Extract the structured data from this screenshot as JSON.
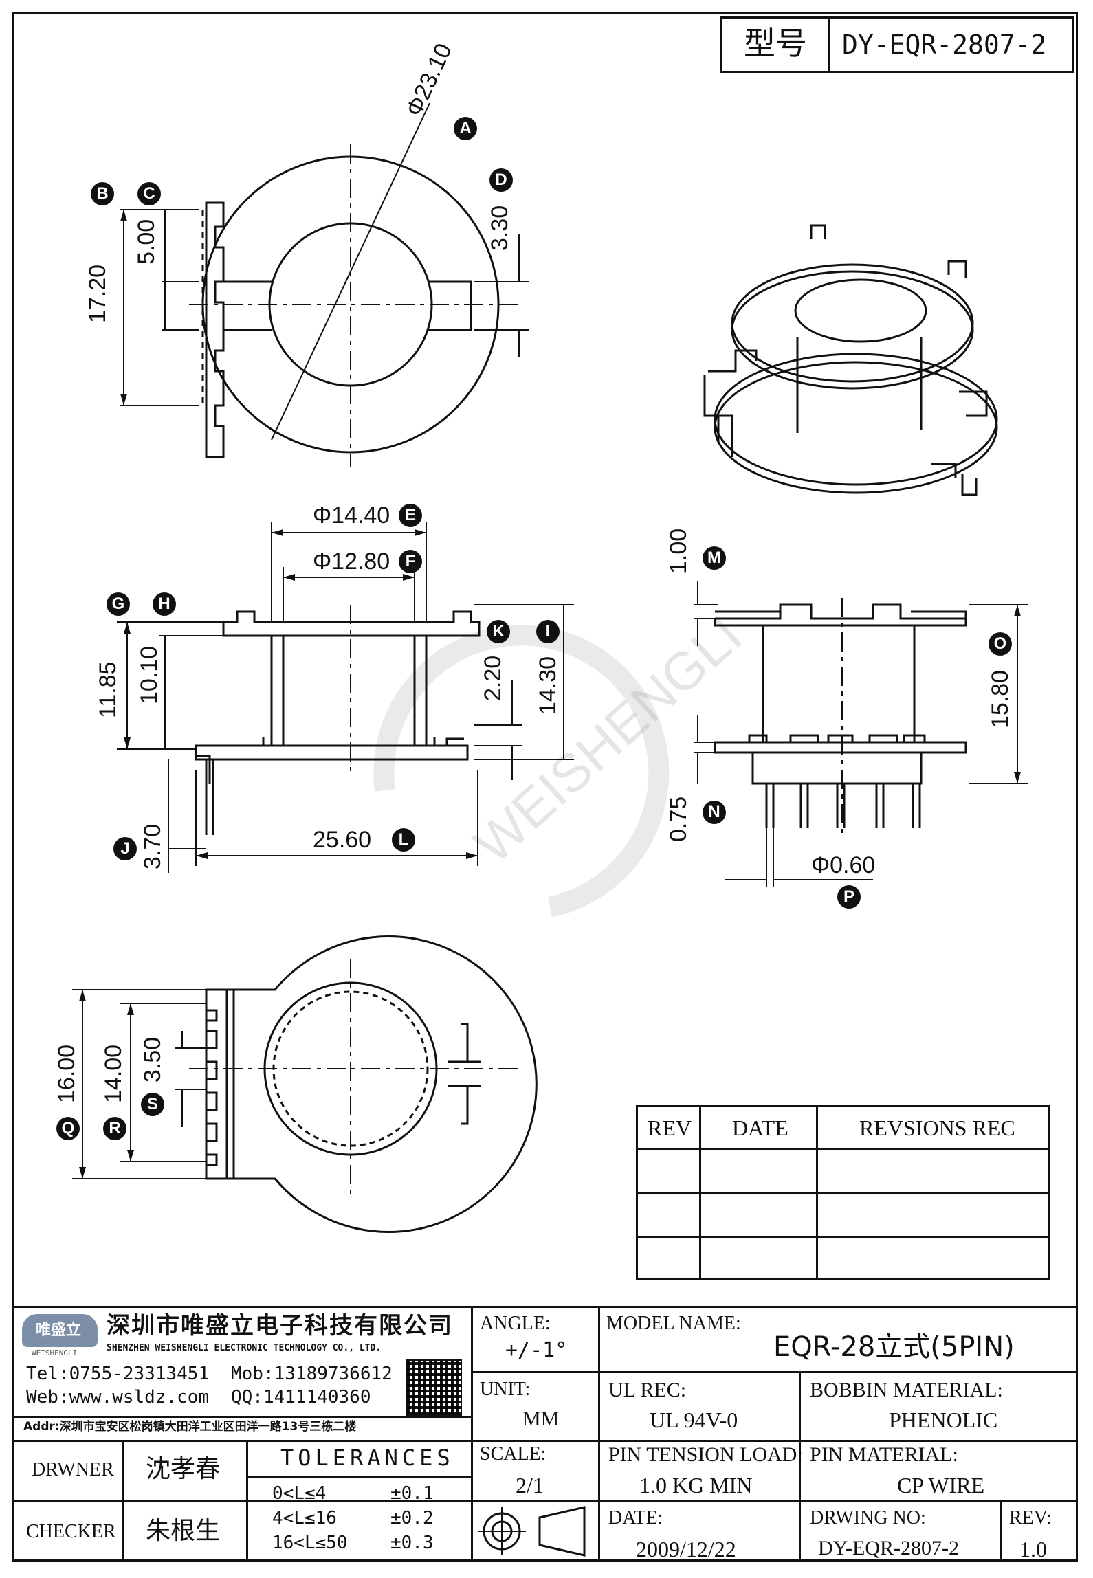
{
  "header": {
    "type_label": "型号",
    "model_code": "DY-EQR-2807-2"
  },
  "drawing": {
    "dims": {
      "A": "Φ23.10",
      "D": "3.30",
      "bc_outer": "17.20",
      "bc_inner": "5.00",
      "E": "Φ14.40",
      "F": "Φ12.80",
      "G": "11.85",
      "H": "10.10",
      "K": "2.20",
      "I": "14.30",
      "J": "3.70",
      "L": "25.60",
      "M": "1.00",
      "N": "0.75",
      "O": "15.80",
      "P": "Φ0.60",
      "Q": "16.00",
      "R": "14.00",
      "S": "3.50"
    },
    "callouts": [
      "A",
      "B",
      "C",
      "D",
      "E",
      "F",
      "G",
      "H",
      "K",
      "I",
      "J",
      "L",
      "M",
      "N",
      "O",
      "P",
      "Q",
      "R",
      "S"
    ],
    "watermark": "WEISHENGLI"
  },
  "revision_table": {
    "headers": [
      "REV",
      "DATE",
      "REVSIONS REC"
    ],
    "rows": [
      [
        "",
        "",
        ""
      ],
      [
        "",
        "",
        ""
      ],
      [
        "",
        "",
        ""
      ]
    ]
  },
  "company": {
    "logo_text": "唯盛立",
    "logo_sub": "WEISHENGLI",
    "name_cn": "深圳市唯盛立电子科技有限公司",
    "name_en": "SHENZHEN WEISHENGLI ELECTRONIC TECHNOLOGY CO., LTD.",
    "tel": "Tel:0755-23313451",
    "mob": "Mob:13189736612",
    "web": "Web:www.wsldz.com",
    "qq": "QQ:1411140360",
    "addr": "Addr:深圳市宝安区松岗镇大田洋工业区田洋一路13号三栋二楼"
  },
  "title_block": {
    "angle_label": "ANGLE:",
    "angle_value": "+/-1°",
    "model_name_label": "MODEL NAME:",
    "model_name_value": "EQR-28立式(5PIN)",
    "unit_label": "UNIT:",
    "unit_value": "MM",
    "ul_rec_label": "UL REC:",
    "ul_rec_value": "UL 94V-0",
    "bobbin_material_label": "BOBBIN MATERIAL:",
    "bobbin_material_value": "PHENOLIC",
    "drawer_label": "DRWNER",
    "drawer_value": "沈孝春",
    "checker_label": "CHECKER",
    "checker_value": "朱根生",
    "tolerances_label": "TOLERANCES",
    "tolerances": [
      {
        "range": "0<L≤4",
        "value": "±0.1"
      },
      {
        "range": "4<L≤16",
        "value": "±0.2"
      },
      {
        "range": "16<L≤50",
        "value": "±0.3"
      }
    ],
    "scale_label": "SCALE:",
    "scale_value": "2/1",
    "pin_tension_label": "PIN TENSION LOAD:",
    "pin_tension_value": "1.0 KG MIN",
    "pin_material_label": "PIN MATERIAL:",
    "pin_material_value": "CP WIRE",
    "date_label": "DATE:",
    "date_value": "2009/12/22",
    "drawing_no_label": "DRWING NO:",
    "drawing_no_value": "DY-EQR-2807-2",
    "rev_label": "REV:",
    "rev_value": "1.0"
  }
}
